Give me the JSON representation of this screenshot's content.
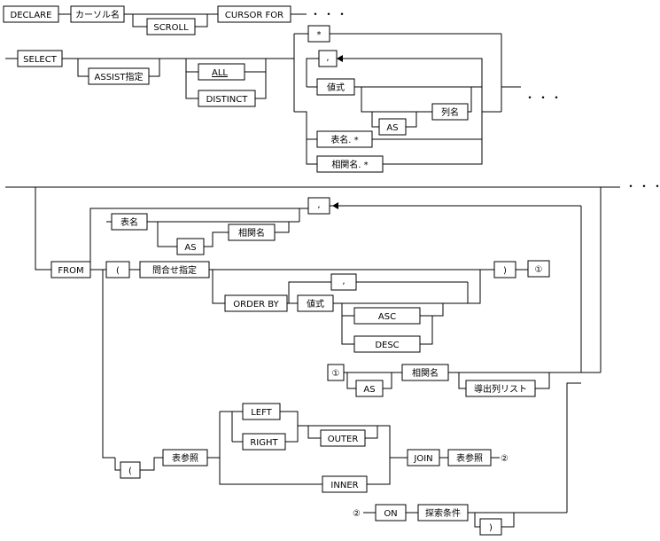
{
  "tokens": {
    "declare": "DECLARE",
    "cursor_name": "カーソル名",
    "scroll": "SCROLL",
    "cursor_for": "CURSOR  FOR",
    "select": "SELECT",
    "assist": "ASSIST指定",
    "all": "ALL",
    "distinct": "DISTINCT",
    "star": "*",
    "comma": ",",
    "value_expr": "値式",
    "as": "AS",
    "column_name": "列名",
    "table_star": "表名. *",
    "corr_star": "相関名. *",
    "from": "FROM",
    "table_name": "表名",
    "corr_name": "相関名",
    "lparen": "(",
    "rparen": ")",
    "query_spec": "問合せ指定",
    "circle1": "①",
    "circle2": "②",
    "order_by": "ORDER BY",
    "asc": "ASC",
    "desc": "DESC",
    "derived_cols": "導出列リスト",
    "table_ref": "表参照",
    "left": "LEFT",
    "right": "RIGHT",
    "outer": "OUTER",
    "inner": "INNER",
    "join": "JOIN",
    "on": "ON",
    "search_cond": "探索条件",
    "ellipsis": "・・・"
  }
}
